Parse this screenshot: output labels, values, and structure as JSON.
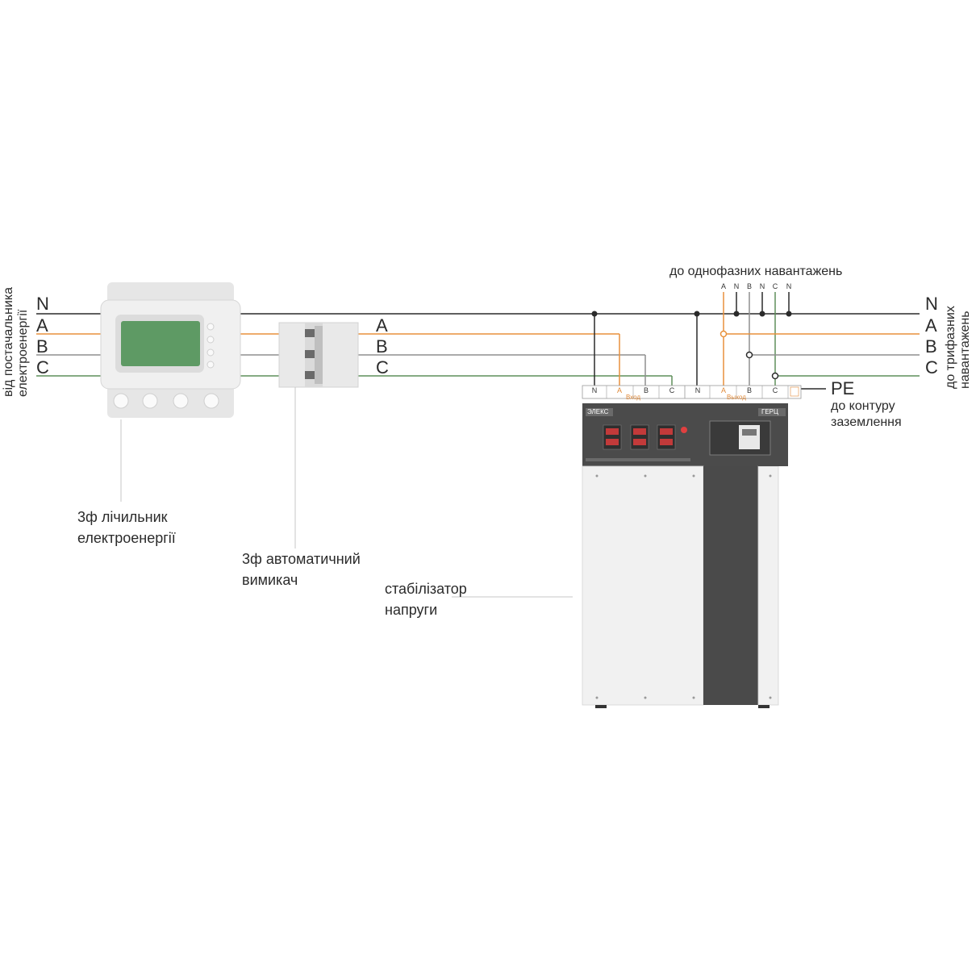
{
  "lines": {
    "N": "N",
    "A": "A",
    "B": "B",
    "C": "C"
  },
  "source_label": [
    "від постачальника",
    "електроенергії"
  ],
  "load_three_phase_label": [
    "до трифазних",
    "навантажень"
  ],
  "single_phase_label": "до однофазних навантажень",
  "single_phase_terminals": [
    "A",
    "N",
    "B",
    "N",
    "C",
    "N"
  ],
  "meter_label": [
    "3ф лічильник",
    "електроенергії"
  ],
  "breaker_label": [
    "3ф автоматичний",
    "вимикач"
  ],
  "stabilizer_label": [
    "стабілізатор",
    "напруги"
  ],
  "pe_label": "PE",
  "ground_label": [
    "до контуру",
    "заземлення"
  ],
  "terminal_block": {
    "input_group": "Вход",
    "output_group": "Выход",
    "input_terminals": [
      "N",
      "A",
      "B",
      "C"
    ],
    "output_terminals": [
      "N",
      "A",
      "B",
      "C"
    ]
  },
  "device": {
    "brand": "ЭЛЕКС",
    "model": "ГЕРЦ"
  },
  "colors": {
    "neutral": "#2b2b2b",
    "phase_a": "#e8913c",
    "phase_b": "#8f8f8f",
    "phase_c": "#5f8f5a",
    "device_dark": "#4a4a4a",
    "device_light": "#f1f1f1"
  }
}
